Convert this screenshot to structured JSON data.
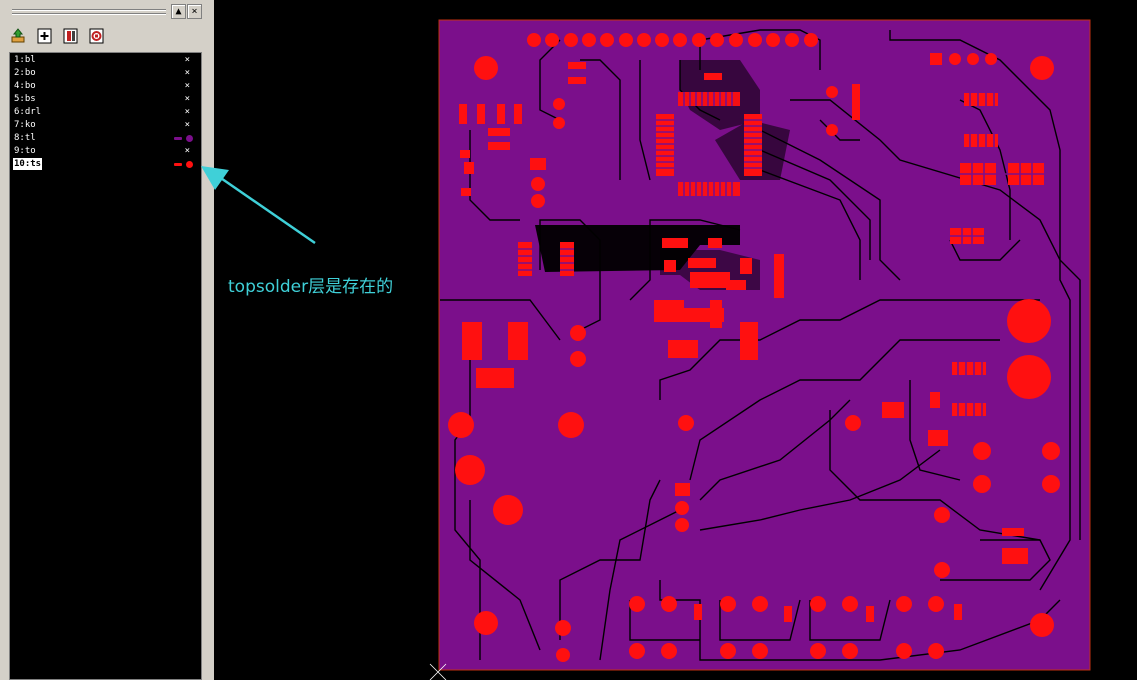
{
  "panel": {
    "title_buttons": [
      "▲",
      "×"
    ],
    "toolbar_icons": [
      "layer-up-icon",
      "add-layer-icon",
      "layer-book-icon",
      "layer-settings-icon"
    ]
  },
  "layers": [
    {
      "label": "1:bl",
      "state": "x",
      "active": false
    },
    {
      "label": "2:bo",
      "state": "x",
      "active": false
    },
    {
      "label": "4:bo",
      "state": "x",
      "active": false
    },
    {
      "label": "5:bs",
      "state": "x",
      "active": false
    },
    {
      "label": "6:drl",
      "state": "x",
      "active": false
    },
    {
      "label": "7:ko",
      "state": "x",
      "active": false
    },
    {
      "label": "8:tl",
      "state": "swatch",
      "color": "#7b0f8b",
      "active": false
    },
    {
      "label": "9:to",
      "state": "x",
      "active": false
    },
    {
      "label": "10:ts",
      "state": "swatch",
      "color": "#ff1010",
      "active": true
    }
  ],
  "annotation": {
    "text": "topsolder层是存在的",
    "color": "#3fd0d8"
  },
  "board": {
    "fill_color": "#7b0f8b",
    "pad_color": "#ff1010",
    "outline_color": "#c03010"
  }
}
